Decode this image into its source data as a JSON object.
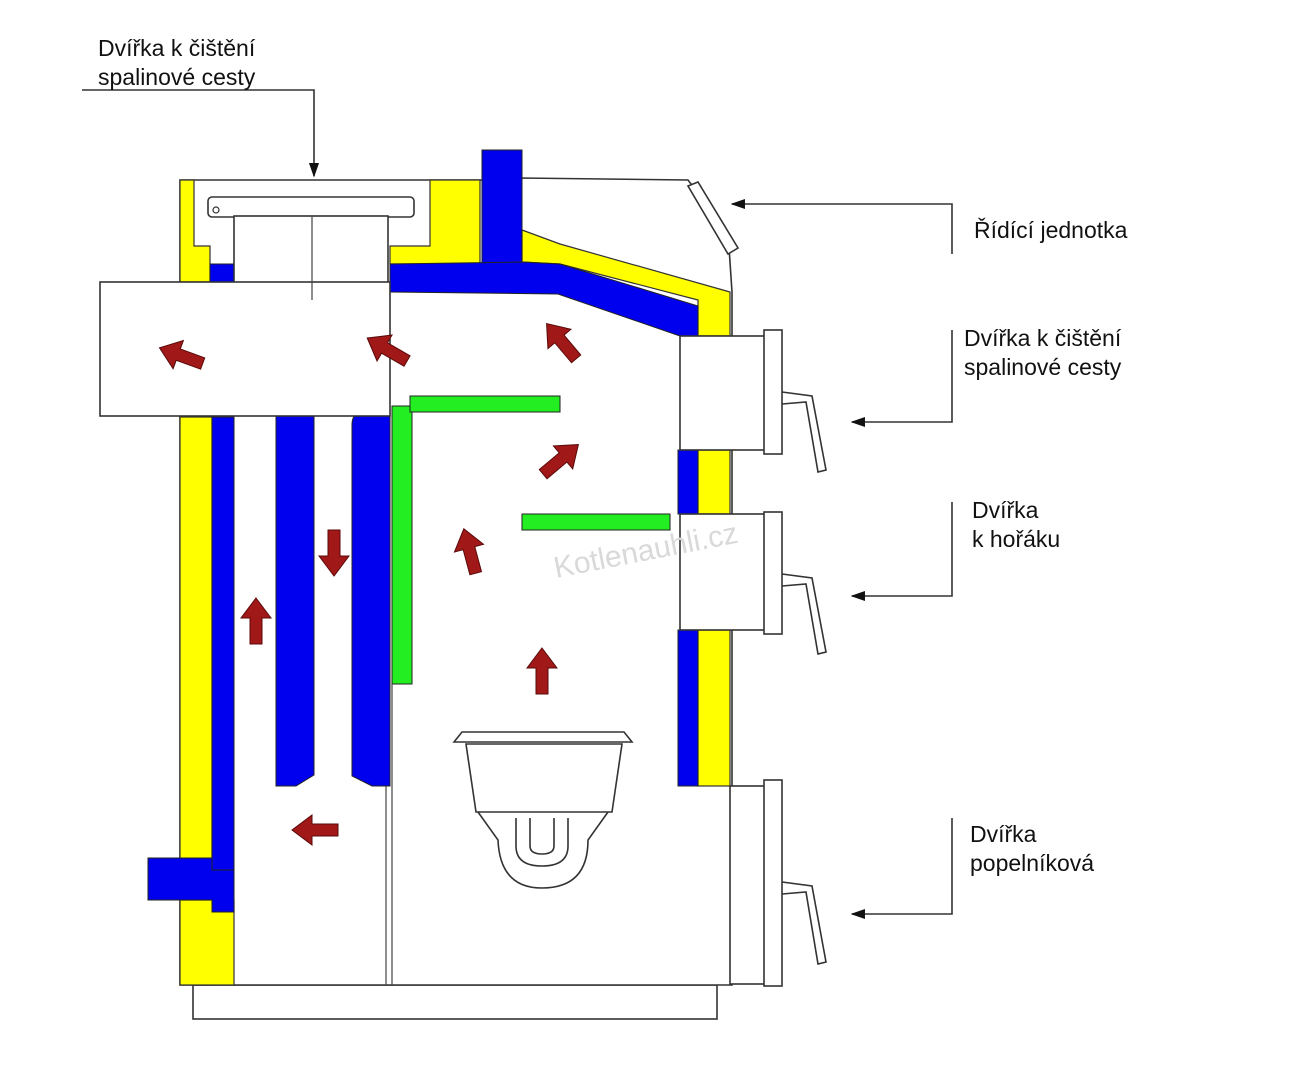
{
  "labels": {
    "top_door": [
      "Dvířka k čištění",
      "spalinové cesty"
    ],
    "control_unit": [
      "Řídící jednotka"
    ],
    "side_door": [
      "Dvířka k čištění",
      "spalinové cesty"
    ],
    "burner_door": [
      "Dvířka",
      "k hořáku"
    ],
    "ash_door": [
      "Dvířka",
      "popelníková"
    ]
  },
  "watermark": "Kotlenauhli.cz",
  "colors": {
    "insulation": "#ffff00",
    "water_jacket": "#0000ee",
    "baffle": "#22ee22",
    "flow_arrow": "#a01818",
    "outline": "#333333"
  },
  "icons": [
    "flue-gas-flow-arrow",
    "pointer-arrow",
    "door-handle-icon",
    "burner-icon"
  ]
}
